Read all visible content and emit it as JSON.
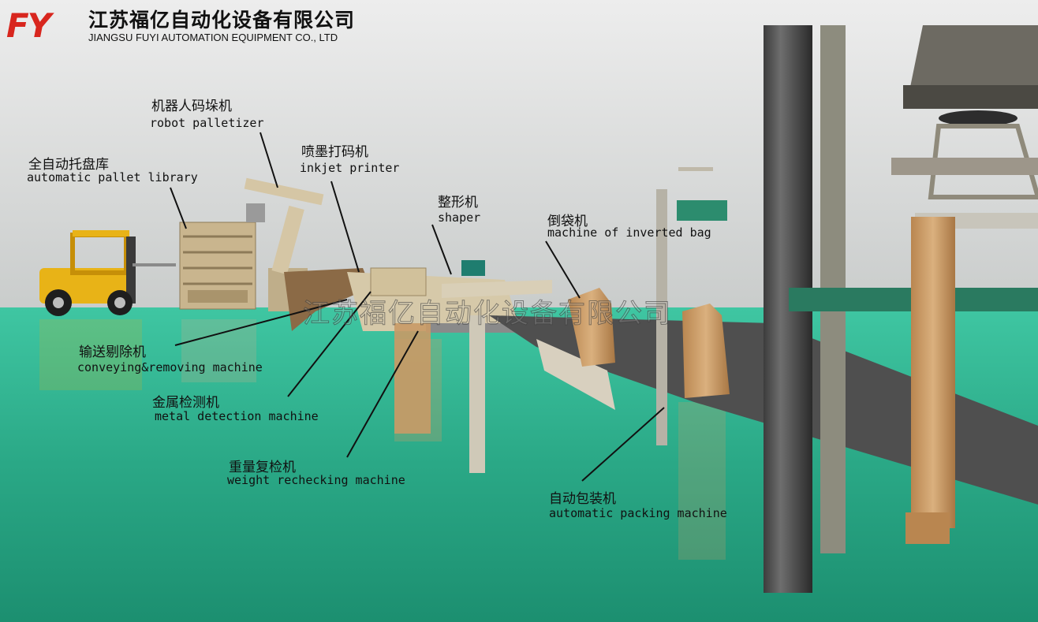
{
  "header": {
    "logo_letters": "FY",
    "company_cn": "江苏福亿自动化设备有限公司",
    "company_en": "JIANGSU FUYI AUTOMATION EQUIPMENT CO., LTD"
  },
  "watermark": "江苏福亿自动化设备有限公司",
  "labels": {
    "robot_palletizer": {
      "cn": "机器人码垛机",
      "en": "robot palletizer"
    },
    "pallet_library": {
      "cn": "全自动托盘库",
      "en": "automatic pallet library"
    },
    "inkjet_printer": {
      "cn": "喷墨打码机",
      "en": "inkjet printer"
    },
    "shaper": {
      "cn": "整形机",
      "en": "shaper"
    },
    "inverted_bag": {
      "cn": "倒袋机",
      "en": "machine of inverted bag"
    },
    "conveying_removing": {
      "cn": "输送剔除机",
      "en": "conveying&removing machine"
    },
    "metal_detection": {
      "cn": "金属检测机",
      "en": "metal detection machine"
    },
    "weight_rechecking": {
      "cn": "重量复检机",
      "en": "weight rechecking machine"
    },
    "packing_machine": {
      "cn": "自动包装机",
      "en": "automatic packing machine"
    }
  },
  "colors": {
    "logo_red": "#d8261e",
    "floor_green": "#2fb592",
    "wall_grey": "#d7d9d8",
    "bag_tan": "#c99a66",
    "forklift_yellow": "#e8b317"
  }
}
